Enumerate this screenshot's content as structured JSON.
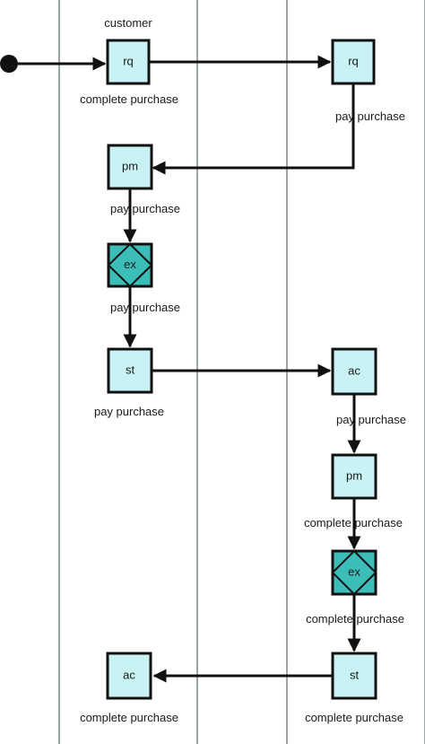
{
  "lanes": [
    {
      "title": "customer"
    },
    {
      "title": ""
    }
  ],
  "nodes": [
    {
      "id": "n1",
      "text": "rq",
      "kind": "task",
      "label": "complete purchase"
    },
    {
      "id": "n2",
      "text": "rq",
      "kind": "task",
      "label": "pay purchase"
    },
    {
      "id": "n3",
      "text": "pm",
      "kind": "task",
      "label": "pay purchase"
    },
    {
      "id": "n4",
      "text": "ex",
      "kind": "exclusive",
      "label": "pay purchase"
    },
    {
      "id": "n5",
      "text": "st",
      "kind": "task",
      "label": "pay purchase"
    },
    {
      "id": "n6",
      "text": "ac",
      "kind": "task",
      "label": "pay purchase"
    },
    {
      "id": "n7",
      "text": "pm",
      "kind": "task",
      "label": "complete purchase"
    },
    {
      "id": "n8",
      "text": "ex",
      "kind": "exclusive",
      "label": "complete purchase"
    },
    {
      "id": "n9",
      "text": "st",
      "kind": "task",
      "label": "complete purchase"
    },
    {
      "id": "n10",
      "text": "ac",
      "kind": "task",
      "label": "complete purchase"
    }
  ],
  "colors": {
    "node_fill": "#c8f2f4",
    "exclusive_fill": "#3dbdb8",
    "stroke": "#111111",
    "lane_border": "#9aa6a6"
  }
}
